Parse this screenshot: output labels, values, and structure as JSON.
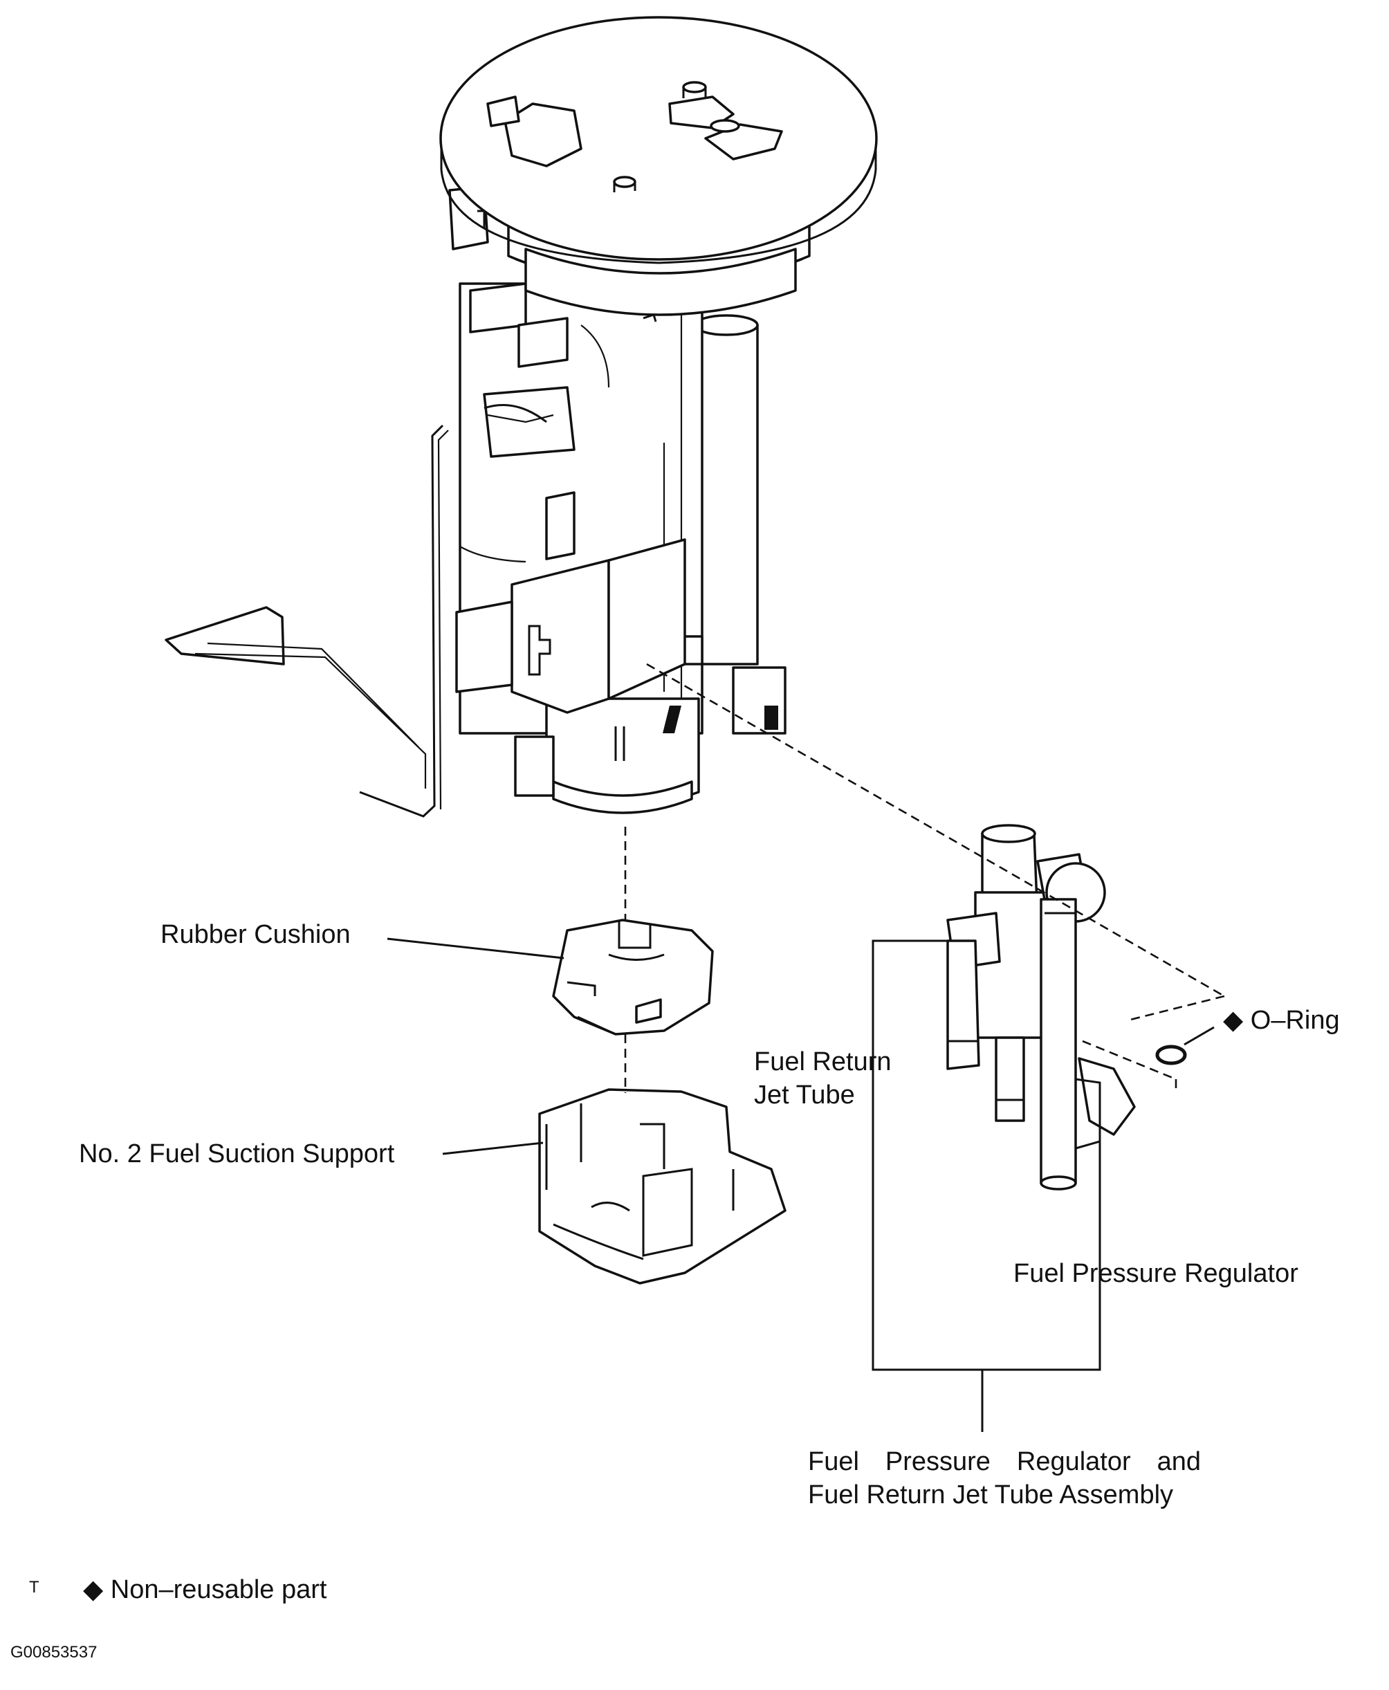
{
  "labels": {
    "rubber_cushion": "Rubber Cushion",
    "no2_fuel_suction_support": "No. 2 Fuel Suction Support",
    "fuel_return_jet_tube_line1": "Fuel Return",
    "fuel_return_jet_tube_line2": "Jet Tube",
    "o_ring": "O–Ring",
    "o_ring_mark": "◆",
    "fuel_pressure_regulator": "Fuel Pressure Regulator",
    "assembly_line1": "Fuel Pressure Regulator and",
    "assembly_line2": "Fuel Return Jet Tube Assembly"
  },
  "legend": {
    "corner_mark": "T",
    "symbol": "◆",
    "text": "Non–reusable part"
  },
  "figure_code": "G00853537",
  "icons": {
    "non_reusable_symbol": "diamond-icon"
  }
}
